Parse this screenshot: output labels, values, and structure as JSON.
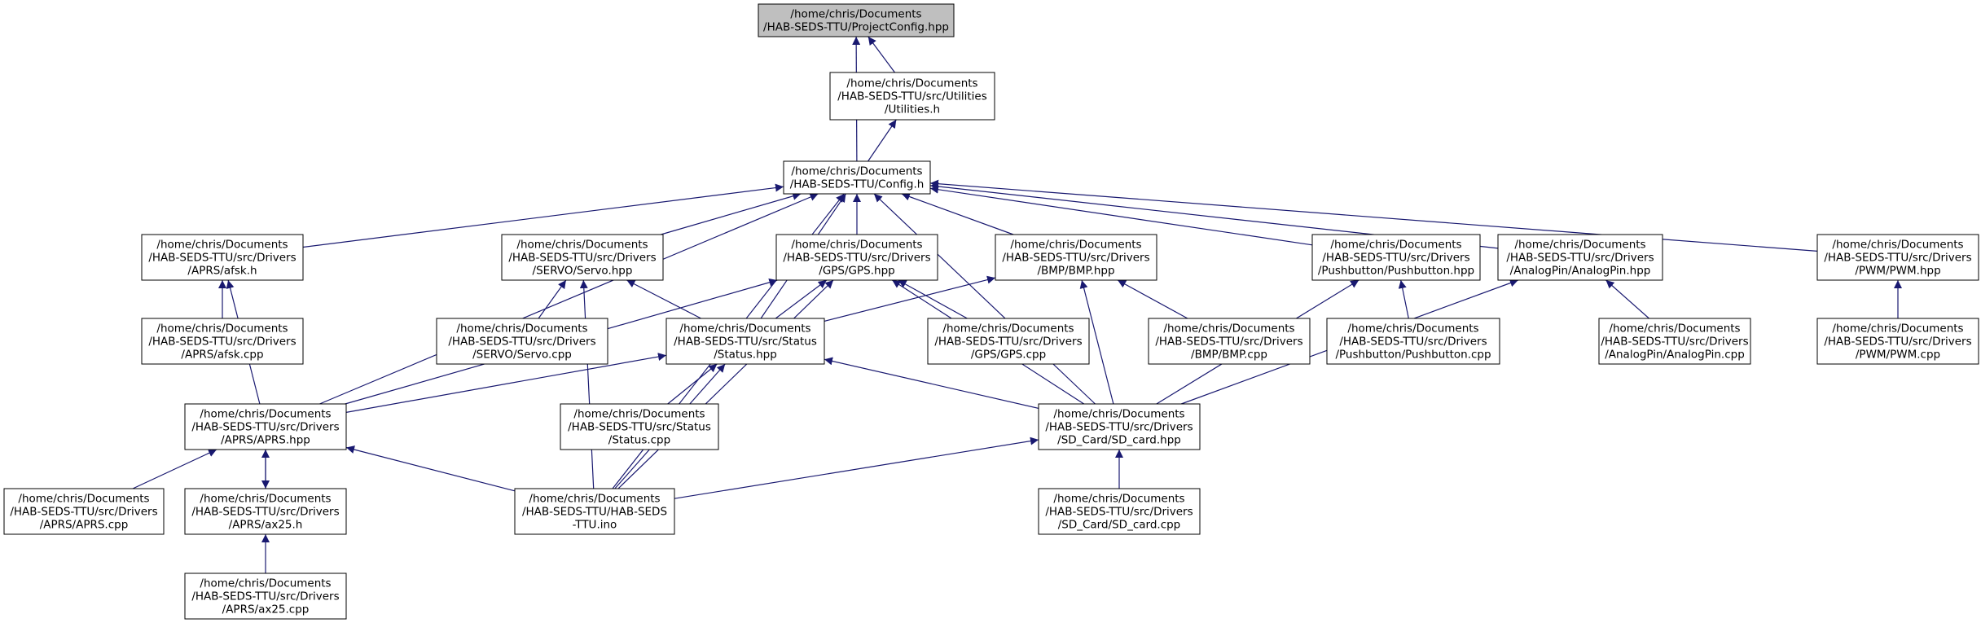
{
  "diagram": {
    "root": "projectconfig",
    "colors": {
      "edge": "#191970",
      "node_border": "#000000",
      "root_fill": "#bfbfbf",
      "node_fill": "#ffffff"
    },
    "nodes": [
      {
        "id": "projectconfig",
        "lines": [
          "/home/chris/Documents",
          "/HAB-SEDS-TTU/ProjectConfig.hpp"
        ]
      },
      {
        "id": "utilities",
        "lines": [
          "/home/chris/Documents",
          "/HAB-SEDS-TTU/src/Utilities",
          "/Utilities.h"
        ]
      },
      {
        "id": "config",
        "lines": [
          "/home/chris/Documents",
          "/HAB-SEDS-TTU/Config.h"
        ]
      },
      {
        "id": "afsk_h",
        "lines": [
          "/home/chris/Documents",
          "/HAB-SEDS-TTU/src/Drivers",
          "/APRS/afsk.h"
        ]
      },
      {
        "id": "servo_hpp",
        "lines": [
          "/home/chris/Documents",
          "/HAB-SEDS-TTU/src/Drivers",
          "/SERVO/Servo.hpp"
        ]
      },
      {
        "id": "gps_hpp",
        "lines": [
          "/home/chris/Documents",
          "/HAB-SEDS-TTU/src/Drivers",
          "/GPS/GPS.hpp"
        ]
      },
      {
        "id": "bmp_hpp",
        "lines": [
          "/home/chris/Documents",
          "/HAB-SEDS-TTU/src/Drivers",
          "/BMP/BMP.hpp"
        ]
      },
      {
        "id": "pushbutton_hpp",
        "lines": [
          "/home/chris/Documents",
          "/HAB-SEDS-TTU/src/Drivers",
          "/Pushbutton/Pushbutton.hpp"
        ]
      },
      {
        "id": "analogpin_hpp",
        "lines": [
          "/home/chris/Documents",
          "/HAB-SEDS-TTU/src/Drivers",
          "/AnalogPin/AnalogPin.hpp"
        ]
      },
      {
        "id": "pwm_hpp",
        "lines": [
          "/home/chris/Documents",
          "/HAB-SEDS-TTU/src/Drivers",
          "/PWM/PWM.hpp"
        ]
      },
      {
        "id": "afsk_cpp",
        "lines": [
          "/home/chris/Documents",
          "/HAB-SEDS-TTU/src/Drivers",
          "/APRS/afsk.cpp"
        ]
      },
      {
        "id": "servo_cpp",
        "lines": [
          "/home/chris/Documents",
          "/HAB-SEDS-TTU/src/Drivers",
          "/SERVO/Servo.cpp"
        ]
      },
      {
        "id": "status_hpp",
        "lines": [
          "/home/chris/Documents",
          "/HAB-SEDS-TTU/src/Status",
          "/Status.hpp"
        ]
      },
      {
        "id": "gps_cpp",
        "lines": [
          "/home/chris/Documents",
          "/HAB-SEDS-TTU/src/Drivers",
          "/GPS/GPS.cpp"
        ]
      },
      {
        "id": "bmp_cpp",
        "lines": [
          "/home/chris/Documents",
          "/HAB-SEDS-TTU/src/Drivers",
          "/BMP/BMP.cpp"
        ]
      },
      {
        "id": "pushbutton_cpp",
        "lines": [
          "/home/chris/Documents",
          "/HAB-SEDS-TTU/src/Drivers",
          "/Pushbutton/Pushbutton.cpp"
        ]
      },
      {
        "id": "analogpin_cpp",
        "lines": [
          "/home/chris/Documents",
          "/HAB-SEDS-TTU/src/Drivers",
          "/AnalogPin/AnalogPin.cpp"
        ]
      },
      {
        "id": "pwm_cpp",
        "lines": [
          "/home/chris/Documents",
          "/HAB-SEDS-TTU/src/Drivers",
          "/PWM/PWM.cpp"
        ]
      },
      {
        "id": "aprs_hpp",
        "lines": [
          "/home/chris/Documents",
          "/HAB-SEDS-TTU/src/Drivers",
          "/APRS/APRS.hpp"
        ]
      },
      {
        "id": "status_cpp",
        "lines": [
          "/home/chris/Documents",
          "/HAB-SEDS-TTU/src/Status",
          "/Status.cpp"
        ]
      },
      {
        "id": "sdcard_hpp",
        "lines": [
          "/home/chris/Documents",
          "/HAB-SEDS-TTU/src/Drivers",
          "/SD_Card/SD_card.hpp"
        ]
      },
      {
        "id": "aprs_cpp",
        "lines": [
          "/home/chris/Documents",
          "/HAB-SEDS-TTU/src/Drivers",
          "/APRS/APRS.cpp"
        ]
      },
      {
        "id": "ax25_h",
        "lines": [
          "/home/chris/Documents",
          "/HAB-SEDS-TTU/src/Drivers",
          "/APRS/ax25.h"
        ]
      },
      {
        "id": "ino",
        "lines": [
          "/home/chris/Documents",
          "/HAB-SEDS-TTU/HAB-SEDS",
          "-TTU.ino"
        ]
      },
      {
        "id": "sdcard_cpp",
        "lines": [
          "/home/chris/Documents",
          "/HAB-SEDS-TTU/src/Drivers",
          "/SD_Card/SD_card.cpp"
        ]
      },
      {
        "id": "ax25_cpp",
        "lines": [
          "/home/chris/Documents",
          "/HAB-SEDS-TTU/src/Drivers",
          "/APRS/ax25.cpp"
        ]
      }
    ],
    "edges": [
      {
        "from": "config",
        "to": "projectconfig"
      },
      {
        "from": "utilities",
        "to": "projectconfig"
      },
      {
        "from": "config",
        "to": "utilities"
      },
      {
        "from": "afsk_h",
        "to": "config"
      },
      {
        "from": "servo_hpp",
        "to": "config"
      },
      {
        "from": "gps_hpp",
        "to": "config"
      },
      {
        "from": "bmp_hpp",
        "to": "config"
      },
      {
        "from": "pushbutton_hpp",
        "to": "config"
      },
      {
        "from": "analogpin_hpp",
        "to": "config"
      },
      {
        "from": "pwm_hpp",
        "to": "config"
      },
      {
        "from": "aprs_hpp",
        "to": "config"
      },
      {
        "from": "ino",
        "to": "config"
      },
      {
        "from": "status_hpp",
        "to": "config"
      },
      {
        "from": "sdcard_hpp",
        "to": "config"
      },
      {
        "from": "afsk_cpp",
        "to": "afsk_h"
      },
      {
        "from": "aprs_hpp",
        "to": "afsk_h"
      },
      {
        "from": "servo_cpp",
        "to": "servo_hpp"
      },
      {
        "from": "status_hpp",
        "to": "servo_hpp"
      },
      {
        "from": "ino",
        "to": "servo_hpp"
      },
      {
        "from": "status_hpp",
        "to": "gps_hpp"
      },
      {
        "from": "gps_cpp",
        "to": "gps_hpp"
      },
      {
        "from": "aprs_hpp",
        "to": "gps_hpp"
      },
      {
        "from": "sdcard_hpp",
        "to": "gps_hpp"
      },
      {
        "from": "ino",
        "to": "gps_hpp"
      },
      {
        "from": "status_hpp",
        "to": "bmp_hpp"
      },
      {
        "from": "bmp_cpp",
        "to": "bmp_hpp"
      },
      {
        "from": "sdcard_hpp",
        "to": "bmp_hpp"
      },
      {
        "from": "pushbutton_cpp",
        "to": "pushbutton_hpp"
      },
      {
        "from": "sdcard_hpp",
        "to": "pushbutton_hpp"
      },
      {
        "from": "analogpin_cpp",
        "to": "analogpin_hpp"
      },
      {
        "from": "sdcard_hpp",
        "to": "analogpin_hpp"
      },
      {
        "from": "pwm_cpp",
        "to": "pwm_hpp"
      },
      {
        "from": "aprs_hpp",
        "to": "status_hpp"
      },
      {
        "from": "status_cpp",
        "to": "status_hpp"
      },
      {
        "from": "ino",
        "to": "status_hpp"
      },
      {
        "from": "sdcard_hpp",
        "to": "status_hpp"
      },
      {
        "from": "aprs_cpp",
        "to": "aprs_hpp"
      },
      {
        "from": "ax25_h",
        "to": "aprs_hpp"
      },
      {
        "from": "ino",
        "to": "aprs_hpp"
      },
      {
        "from": "aprs_hpp",
        "to": "ax25_h"
      },
      {
        "from": "ax25_cpp",
        "to": "ax25_h"
      },
      {
        "from": "ino",
        "to": "sdcard_hpp"
      },
      {
        "from": "sdcard_cpp",
        "to": "sdcard_hpp"
      }
    ]
  }
}
